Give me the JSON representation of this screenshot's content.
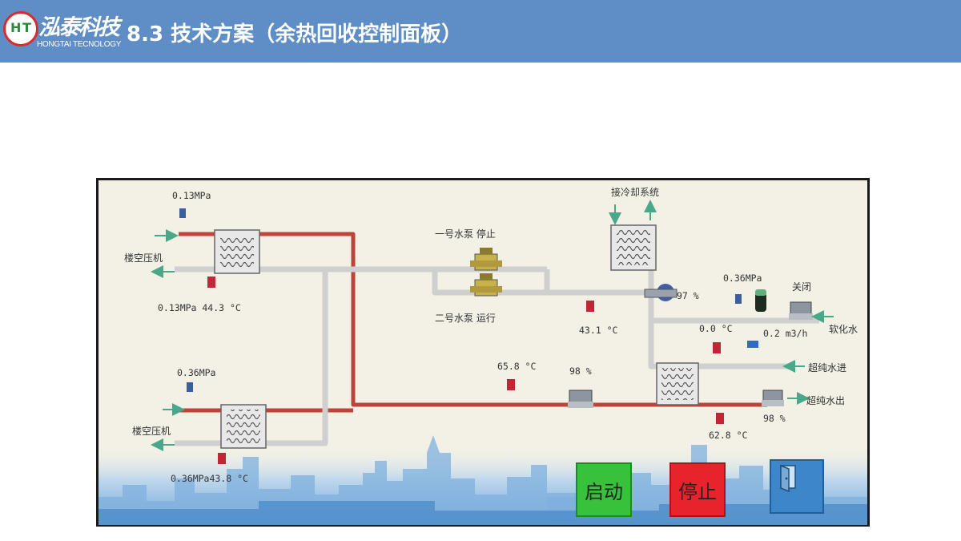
{
  "header": {
    "logo_initials": [
      "H",
      "T"
    ],
    "logo_cn": "泓泰科技",
    "logo_en": "HONGTAI TECNOLOGY",
    "title": "8.3 技术方案（余热回收控制面板）"
  },
  "panel": {
    "labels": {
      "p_top_in": "0.13MPa",
      "top_compressor": "楼空压机",
      "p_top_out": "0.13MPa 44.3 °C",
      "p_bot_in": "0.36MPa",
      "bot_compressor": "楼空压机",
      "p_bot_out": "0.36MPa43.8 °C",
      "pump1": "一号水泵  停止",
      "pump2": "二号水泵  运行",
      "cooling": "接冷却系统",
      "valve_pct": "97  %",
      "temp_mid": "43.1 °C",
      "p_right": "0.36MPa",
      "valve_state": "关闭",
      "soft_temp": "0.0  °C",
      "soft_flow": "0.2  m3/h",
      "soft_water": "软化水",
      "ultra_in": "超纯水进",
      "ultra_out": "超纯水出",
      "temp_left_bottom": "65.8 °C",
      "valve2_pct": "98  %",
      "ultra_pct": "98  %",
      "temp_right_bottom": "62.8 °C"
    },
    "buttons": {
      "start": "启动",
      "stop": "停止"
    },
    "icons": {
      "exit": "exit-door-icon"
    },
    "colors": {
      "hot_pipe": "#c0433b",
      "cold_pipe": "#d9d9d9",
      "flow_arrow": "#4aa88a",
      "start": "#37c23b",
      "stop": "#e8232b",
      "header": "#5f8dc6"
    }
  }
}
